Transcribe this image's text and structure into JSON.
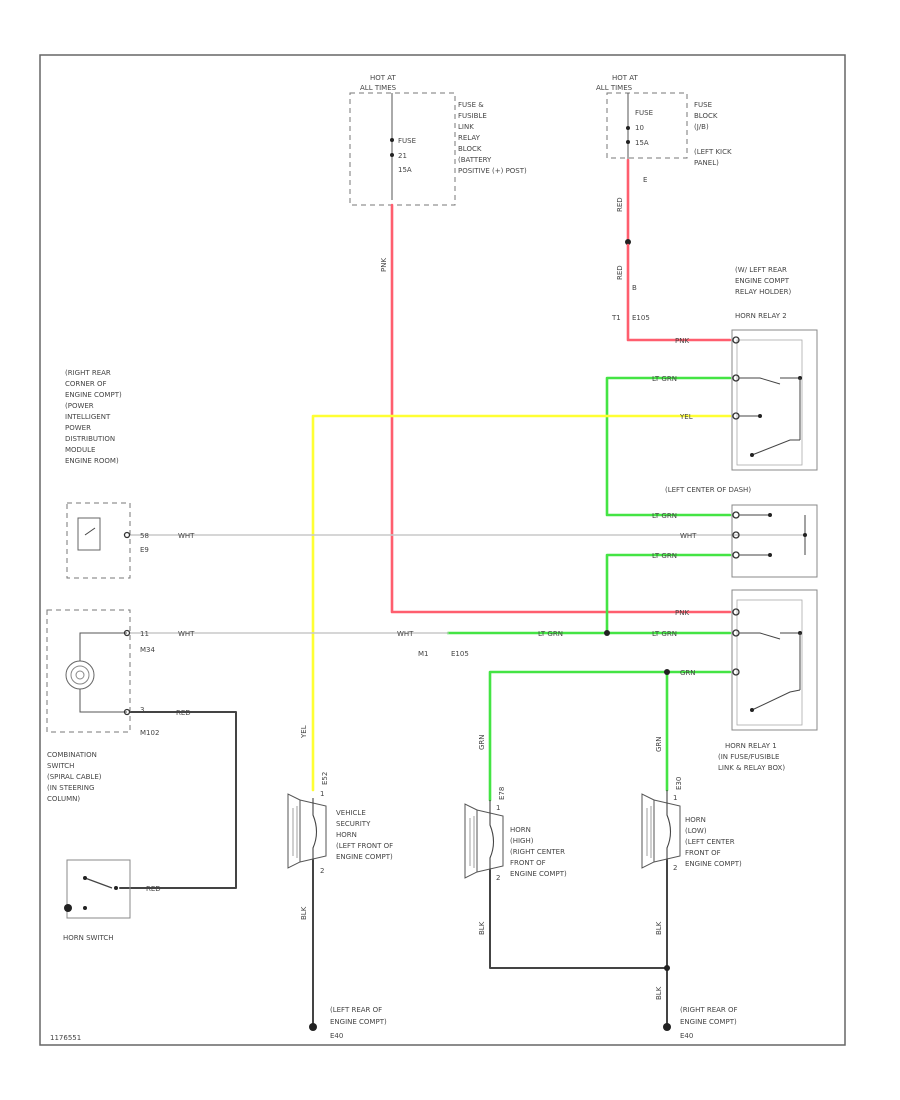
{
  "fuse_boxes": {
    "underhood": {
      "hot_at": "HOT AT",
      "hot_at_2": "ALL TIMES",
      "fuse": "FUSE",
      "fuse_num": "21",
      "fuse_amp": "15A",
      "location": [
        "FUSE &",
        "FUSIBLE",
        "LINK",
        "RELAY",
        "BLOCK",
        "(BATTERY",
        "POSITIVE (+) POST)"
      ]
    },
    "kick_panel": {
      "hot_at": "HOT AT",
      "hot_at_2": "ALL TIMES",
      "fuse": "FUSE",
      "fuse_num": "10",
      "fuse_amp": "15A",
      "pin": "E",
      "location": [
        "FUSE",
        "BLOCK",
        "(J/B)",
        "(LEFT KICK",
        "PANEL)"
      ]
    }
  },
  "relays": {
    "security": {
      "location": [
        "(W/ LEFT REAR",
        "ENGINE COMPT",
        "RELAY HOLDER)"
      ],
      "name": "HORN RELAY 2"
    },
    "horn1": {
      "location": [
        "HORN RELAY 1",
        "(IN FUSE/FUSIBLE",
        "LINK & RELAY BOX)"
      ]
    },
    "dash_connector": "(LEFT CENTER OF DASH)"
  },
  "modules": {
    "ipdm": [
      "(RIGHT REAR",
      "CORNER OF",
      "ENGINE COMPT)",
      "(POWER",
      "INTELLIGENT",
      "POWER",
      "DISTRIBUTION",
      "MODULE",
      "ENGINE ROOM)"
    ],
    "ipdm_pin": "58",
    "ipdm_conn": "E9",
    "combo_switch": [
      "COMBINATION",
      "SWITCH",
      "(SPIRAL CABLE)",
      "(IN STEERING",
      "COLUMN)"
    ],
    "combo_pin_top": "11",
    "combo_conn_top": "M34",
    "combo_pin_bot": "3",
    "combo_conn_bot": "M102",
    "horn_switch": "HORN SWITCH"
  },
  "horns": {
    "security": {
      "label": [
        "VEHICLE",
        "SECURITY",
        "HORN",
        "(LEFT FRONT OF",
        "ENGINE COMPT)"
      ],
      "conn": "E52",
      "pin_top": "1",
      "pin_bot": "2"
    },
    "high": {
      "label": [
        "HORN",
        "(HIGH)",
        "(RIGHT CENTER",
        "FRONT OF",
        "ENGINE COMPT)"
      ],
      "conn": "E78",
      "pin_top": "1",
      "pin_bot": "2"
    },
    "low": {
      "label": [
        "HORN",
        "(LOW)",
        "(LEFT CENTER",
        "FRONT OF",
        "ENGINE COMPT)"
      ],
      "conn": "E30",
      "pin_top": "1",
      "pin_bot": "2"
    }
  },
  "grounds": {
    "left": [
      "(LEFT REAR OF",
      "ENGINE COMPT)",
      "E40"
    ],
    "right": [
      "(RIGHT REAR OF",
      "ENGINE COMPT)",
      "E40"
    ]
  },
  "wires": {
    "pnk": "PNK",
    "red": "RED",
    "lt_grn": "LT GRN",
    "yel": "YEL",
    "wht": "WHT",
    "grn": "GRN",
    "blk": "BLK",
    "connector_b": "B",
    "connector_t1": "T1",
    "conn_e105": "E105",
    "conn_m1": "M1",
    "conn_e105b": "E105"
  },
  "footer_code": "1176551",
  "colors": {
    "red": "#ff5e6e",
    "green": "#44e444",
    "yellow": "#ffff33",
    "white": "#c8c8c8",
    "black": "#444444"
  }
}
